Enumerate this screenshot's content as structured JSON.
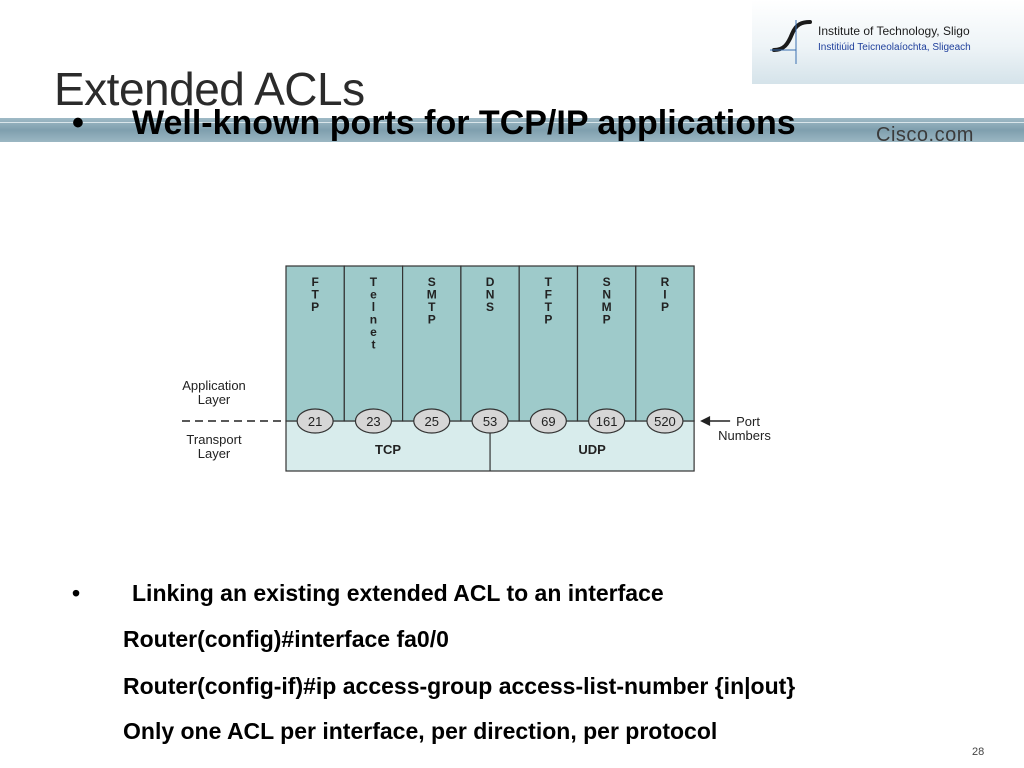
{
  "title": "Extended ACLs",
  "logo": {
    "line1": "Institute of Technology, Sligo",
    "line2": "Institiúid Teicneolaíochta, Sligeach"
  },
  "brand": "Cisco.com",
  "bullet_char": "•",
  "bullet1": "Well-known ports for TCP/IP applications",
  "diagram": {
    "app_layer_label": [
      "Application",
      "Layer"
    ],
    "transport_layer_label": [
      "Transport",
      "Layer"
    ],
    "port_label": [
      "Port",
      "Numbers"
    ],
    "applications": [
      {
        "letters": [
          "F",
          "T",
          "P"
        ],
        "port": "21"
      },
      {
        "letters": [
          "T",
          "e",
          "l",
          "n",
          "e",
          "t"
        ],
        "port": "23"
      },
      {
        "letters": [
          "S",
          "M",
          "T",
          "P"
        ],
        "port": "25"
      },
      {
        "letters": [
          "D",
          "N",
          "S"
        ],
        "port": "53"
      },
      {
        "letters": [
          "T",
          "F",
          "T",
          "P"
        ],
        "port": "69"
      },
      {
        "letters": [
          "S",
          "N",
          "M",
          "P"
        ],
        "port": "161"
      },
      {
        "letters": [
          "R",
          "I",
          "P"
        ],
        "port": "520"
      }
    ],
    "transports": [
      "TCP",
      "UDP"
    ],
    "colors": {
      "app_fill": "#9ecaca",
      "transport_fill": "#d8ecec",
      "port_fill": "#d6d6d6",
      "stroke": "#333333"
    }
  },
  "bullet2": "Linking an existing extended ACL to an interface",
  "commands": [
    "Router(config)#interface fa0/0",
    "Router(config-if)#ip access-group access-list-number {in|out}",
    "Only one ACL per interface, per direction, per protocol"
  ],
  "page_number": "28"
}
